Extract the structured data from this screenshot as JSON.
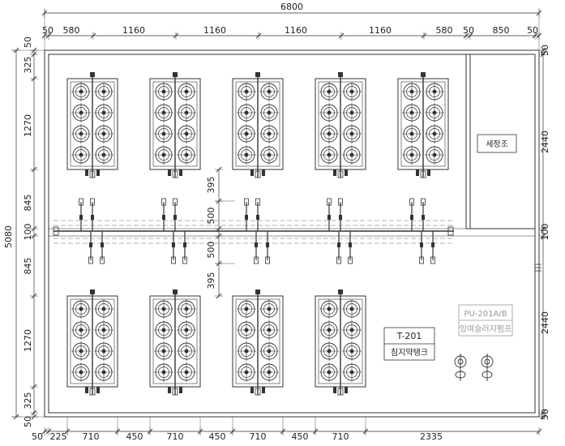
{
  "dimensions": {
    "overall_width": "6800",
    "top_row": [
      "50",
      "580",
      "1160",
      "1160",
      "1160",
      "1160",
      "580",
      "50",
      "850",
      "50"
    ],
    "bottom_row": [
      "50",
      "225",
      "710",
      "450",
      "710",
      "450",
      "710",
      "450",
      "710",
      "2335"
    ],
    "overall_height": "5080",
    "left_col": [
      "50",
      "325",
      "1270",
      "845",
      "100",
      "845",
      "1270",
      "325",
      "50"
    ],
    "right_col": [
      "50",
      "2440",
      "100",
      "2440",
      "50"
    ],
    "center_col": [
      "395",
      "500",
      "500",
      "395"
    ]
  },
  "labels": {
    "washing_tank": "세정조",
    "tank_code": "T-201",
    "tank_name": "침지약탱크",
    "pump_code": "PU-201A/B",
    "pump_name": "잉여슬러지펌프"
  },
  "colors": {
    "line": "#333333",
    "hidden_line": "#999999"
  }
}
